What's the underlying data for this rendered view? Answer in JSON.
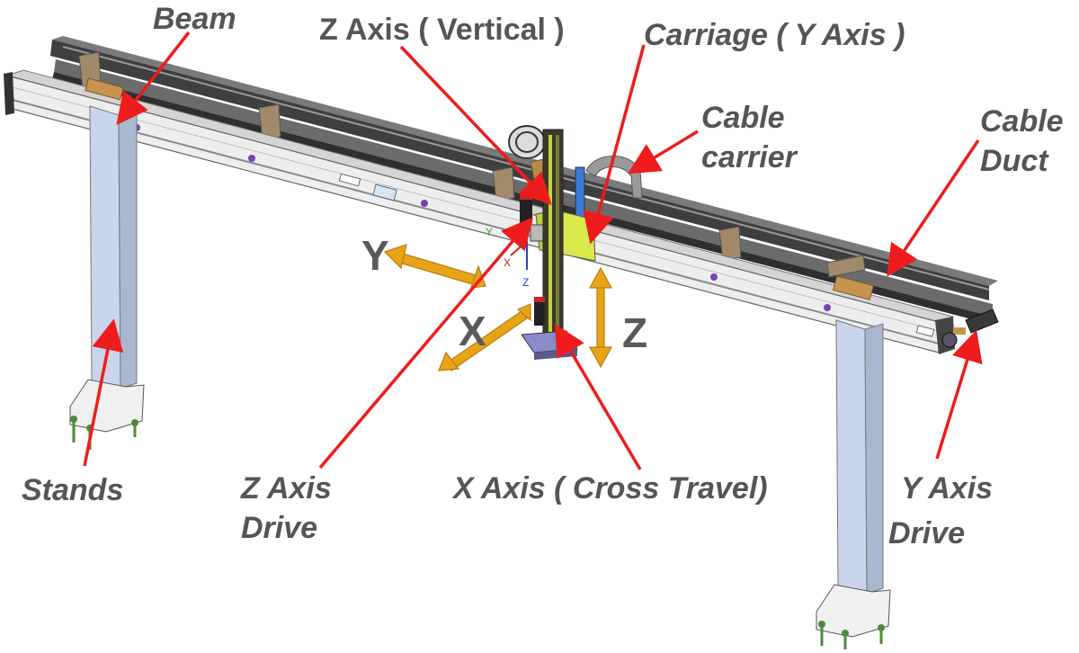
{
  "colors": {
    "callout": "#ee1c1c",
    "motion_arrow": "#e8a317",
    "label_text": "#555555",
    "beam_fill": "#e9e9e9",
    "rail_dark": "#5a5a5a",
    "stand_fill": "#c9d6ea",
    "carriage_yellow": "#d9e84a",
    "bolt_purple": "#7a3fb0"
  },
  "labels": {
    "beam": "Beam",
    "z_axis": "Z Axis ( Vertical )",
    "carriage": "Carriage ( Y Axis )",
    "cable_carrier_1": "Cable",
    "cable_carrier_2": "carrier",
    "cable_duct_1": "Cable",
    "cable_duct_2": "Duct",
    "stands": "Stands",
    "z_drive_1": "Z Axis",
    "z_drive_2": "Drive",
    "x_axis": "X Axis ( Cross Travel)",
    "y_drive_1": "Y Axis",
    "y_drive_2": "Drive"
  },
  "motion_axes": {
    "y": "Y",
    "x": "X",
    "z": "Z"
  },
  "mini_triad": {
    "y": "Y",
    "x": "X",
    "z": "Z"
  }
}
